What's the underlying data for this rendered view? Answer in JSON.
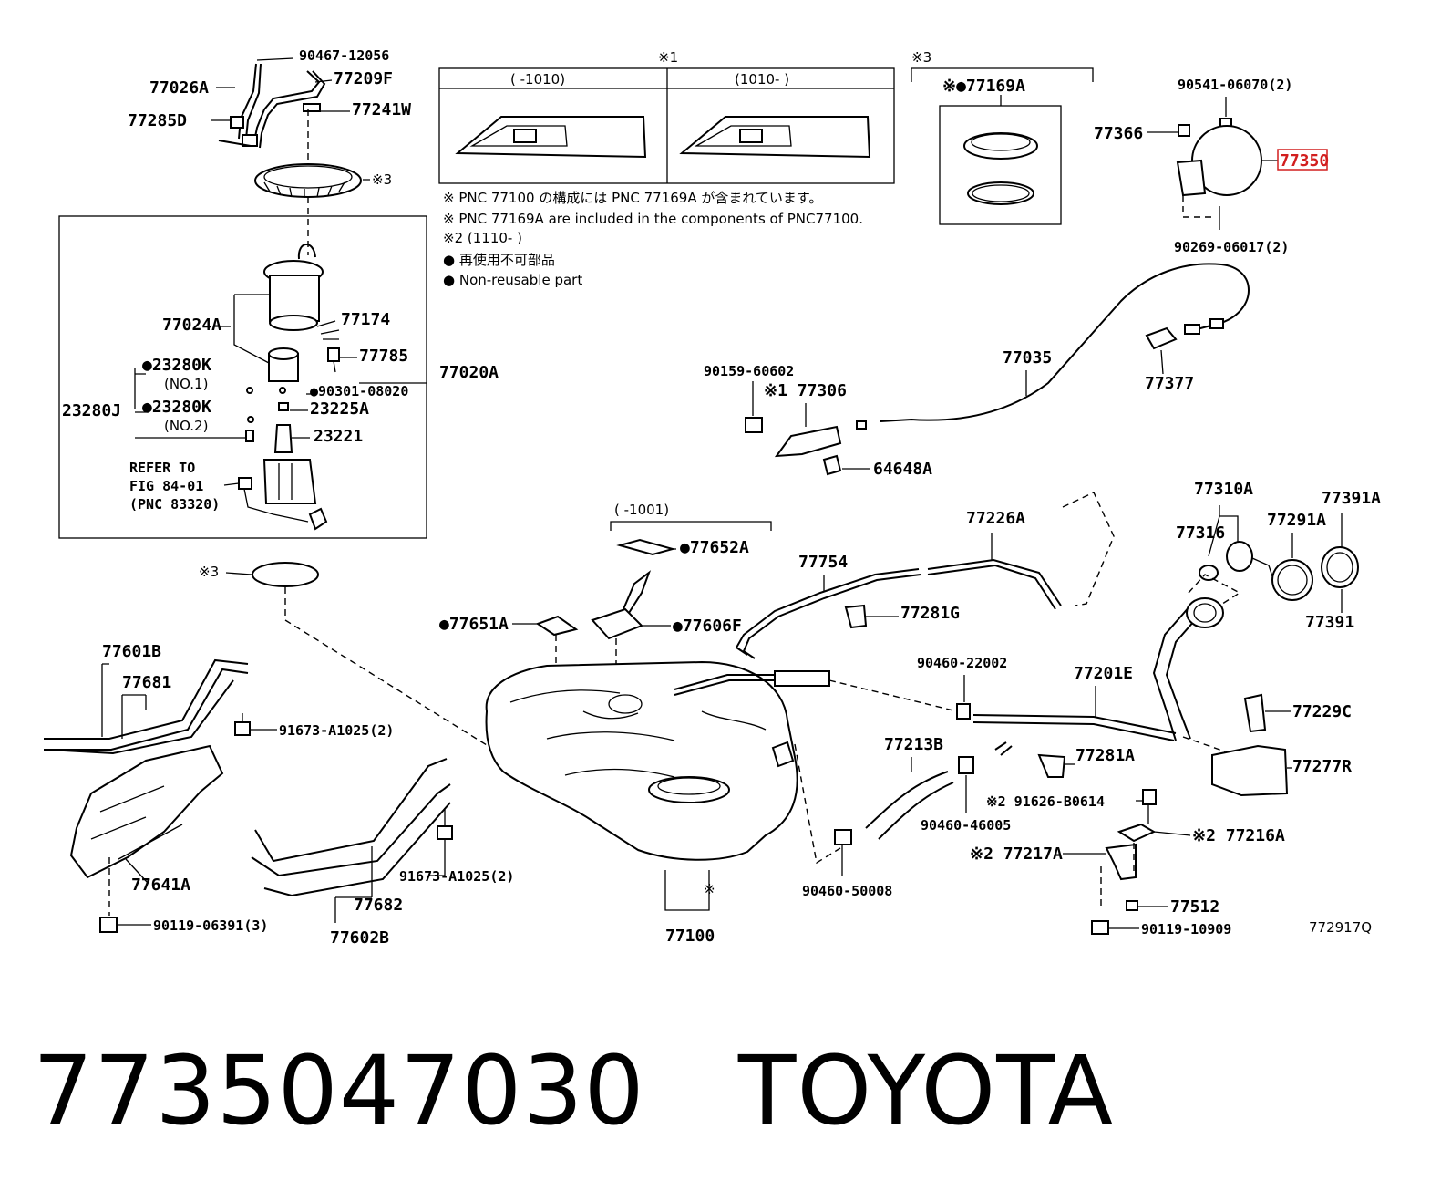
{
  "footer": {
    "part_number": "7735047030",
    "brand": "TOYOTA"
  },
  "diagram_code": "772917Q",
  "highlight_color": "#d21f1f",
  "labels": {
    "p90467": "90467-12056",
    "p77209F": "77209F",
    "p77026A": "77026A",
    "p77285D": "77285D",
    "p77241W": "77241W",
    "x3a": "※3",
    "p77024A": "77024A",
    "p77174": "77174",
    "p77785": "77785",
    "p77020A": "77020A",
    "p23280K1": "●23280K",
    "no1": "(NO.1)",
    "p90301": "●90301-08020",
    "p23280J": "23280J",
    "p23280K2": "●23280K",
    "no2": "(NO.2)",
    "p23225A": "23225A",
    "p23221": "23221",
    "refer1": "REFER TO",
    "refer2": "FIG 84-01",
    "refer3": "(PNC 83320)",
    "x3b": "※3",
    "x1head": "※1",
    "col1": "(    -1010)",
    "col2": "(1010-    )",
    "note1": "※ PNC 77100 の構成には PNC 77169A が含まれています。",
    "note2": "※ PNC 77169A are included in the components of PNC77100.",
    "note3": "※2 (1110-     )",
    "note4": "● 再使用不可部品",
    "note5": "● Non-reusable part",
    "x3head": "※3",
    "p77169A": "※●77169A",
    "p90541": "90541-06070(2)",
    "p77366": "77366",
    "p77350": "77350",
    "p90269": "90269-06017(2)",
    "p77035": "77035",
    "p77377": "77377",
    "p90159": "90159-60602",
    "p77306": "※1 77306",
    "p64648A": "64648A",
    "range1001": "(    -1001)",
    "p77652A": "●77652A",
    "p77651A": "●77651A",
    "p77606F": "●77606F",
    "p77754": "77754",
    "p77226A": "77226A",
    "p77281G": "77281G",
    "p77310A": "77310A",
    "p77316": "77316",
    "p77291A": "77291A",
    "p77391A": "77391A",
    "p77391": "77391",
    "p90460a": "90460-22002",
    "p77201E": "77201E",
    "p77229C": "77229C",
    "p77213B": "77213B",
    "p77281A": "77281A",
    "p77277R": "77277R",
    "p91626": "※2 91626-B0614",
    "p90460b": "90460-46005",
    "p77216A": "※2 77216A",
    "p77217A": "※2 77217A",
    "p90460c": "90460-50008",
    "p77512": "77512",
    "p90119b": "90119-10909",
    "p77601B": "77601B",
    "p77681": "77681",
    "p91673a": "91673-A1025(2)",
    "p77641A": "77641A",
    "p90119a": "90119-06391(3)",
    "p91673b": "91673-A1025(2)",
    "p77682": "77682",
    "p77602B": "77602B",
    "p77100": "77100",
    "x77100": "※"
  }
}
